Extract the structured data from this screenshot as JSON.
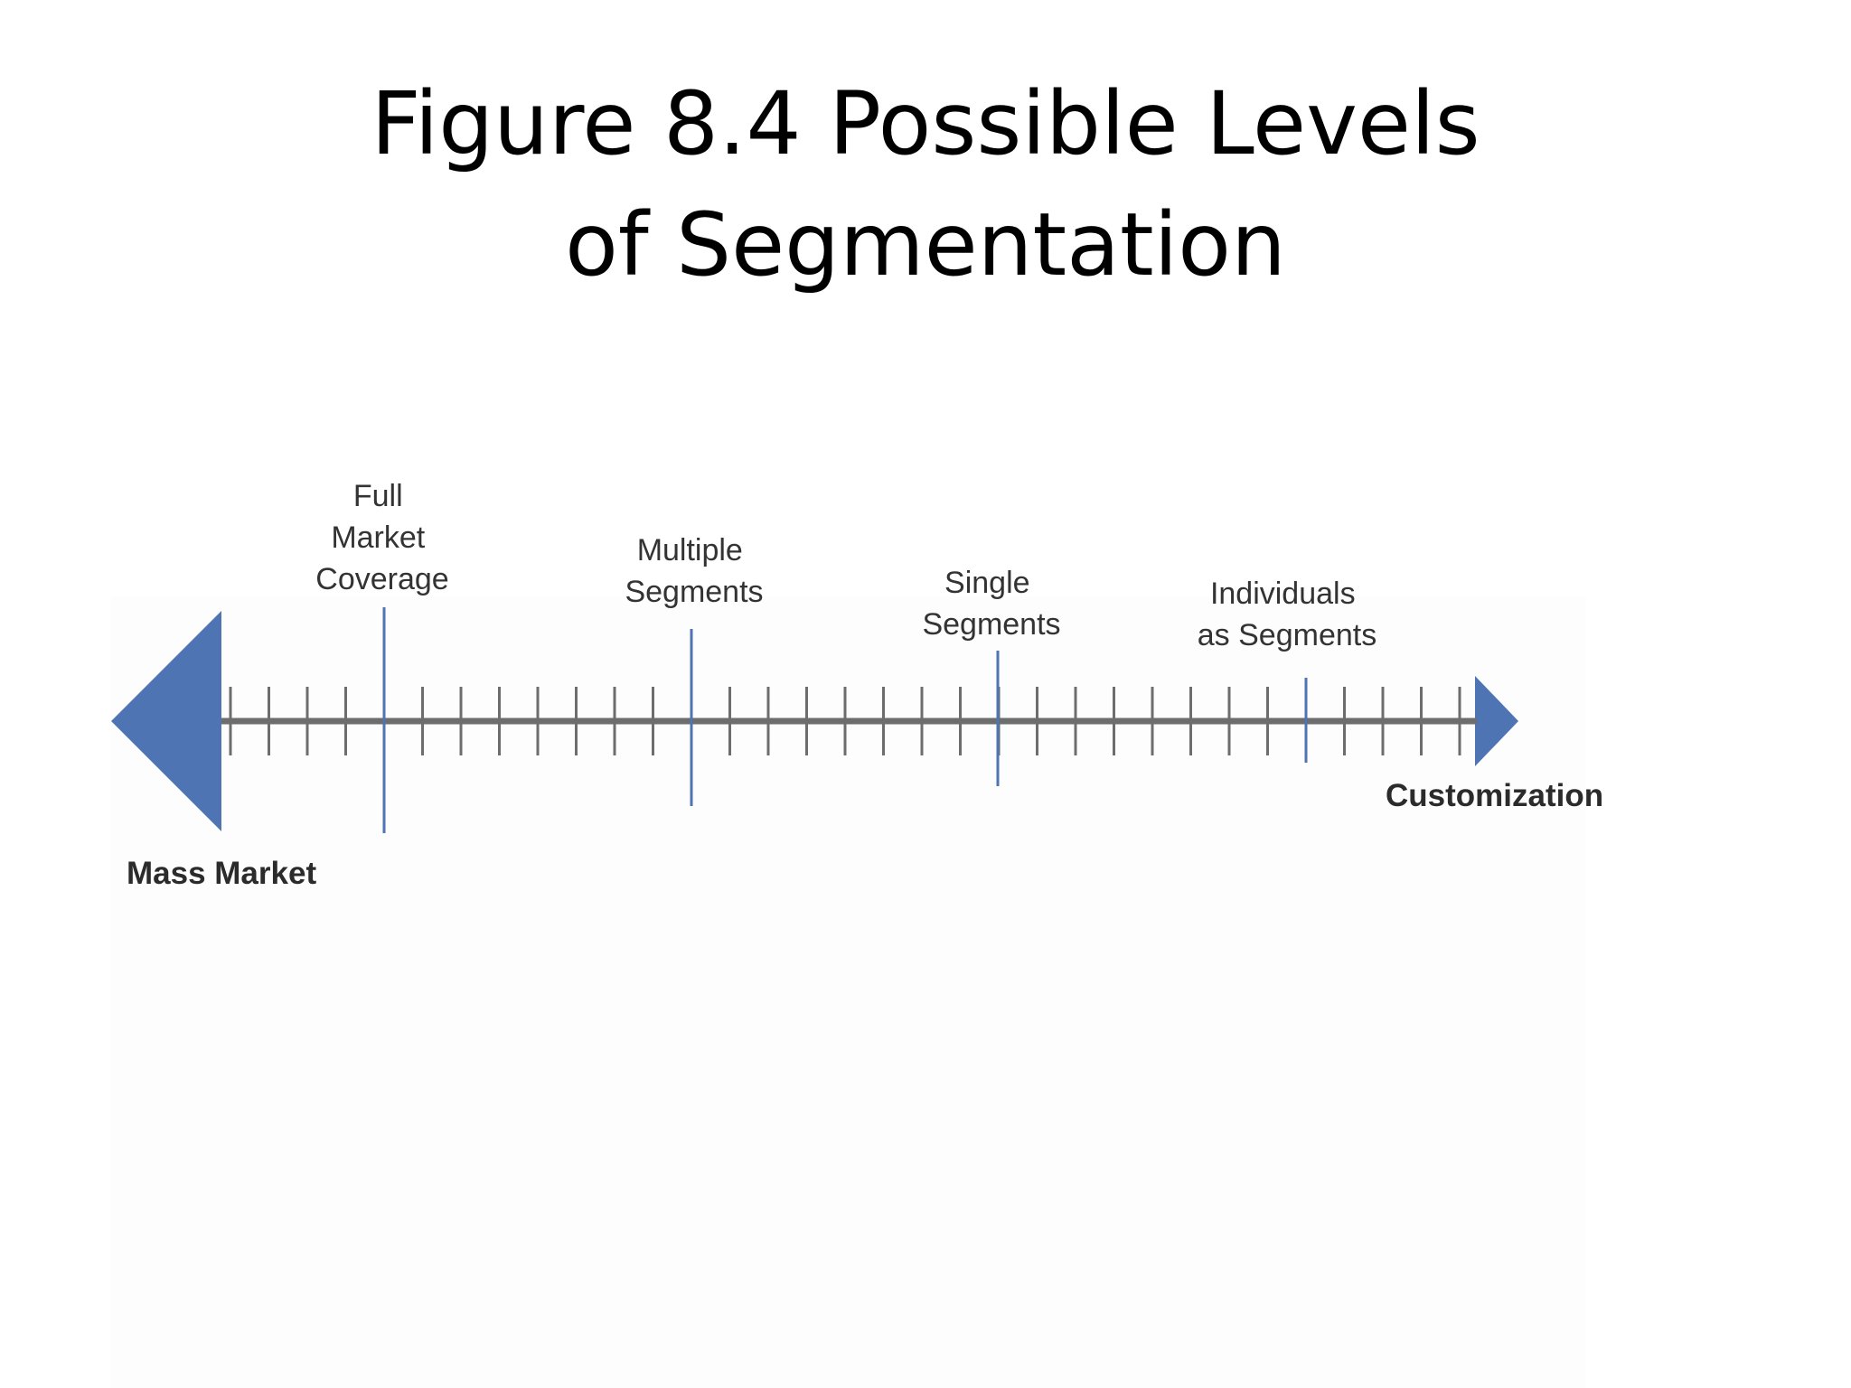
{
  "title": {
    "line1": "Figure 8.4 Possible Levels",
    "line2": "of Segmentation"
  },
  "diagram": {
    "left_end_label": "Mass Market",
    "right_end_label": "Customization",
    "levels": [
      {
        "lines": [
          "Full",
          "Market",
          "Coverage"
        ]
      },
      {
        "lines": [
          "Multiple",
          "Segments"
        ]
      },
      {
        "lines": [
          "Single",
          "Segments"
        ]
      },
      {
        "lines": [
          "Individuals",
          "as Segments"
        ]
      }
    ],
    "colors": {
      "arrow": "#4e74b4",
      "axis": "#6d6d6d",
      "level_marker": "#4e74b4",
      "text": "#333333"
    }
  }
}
